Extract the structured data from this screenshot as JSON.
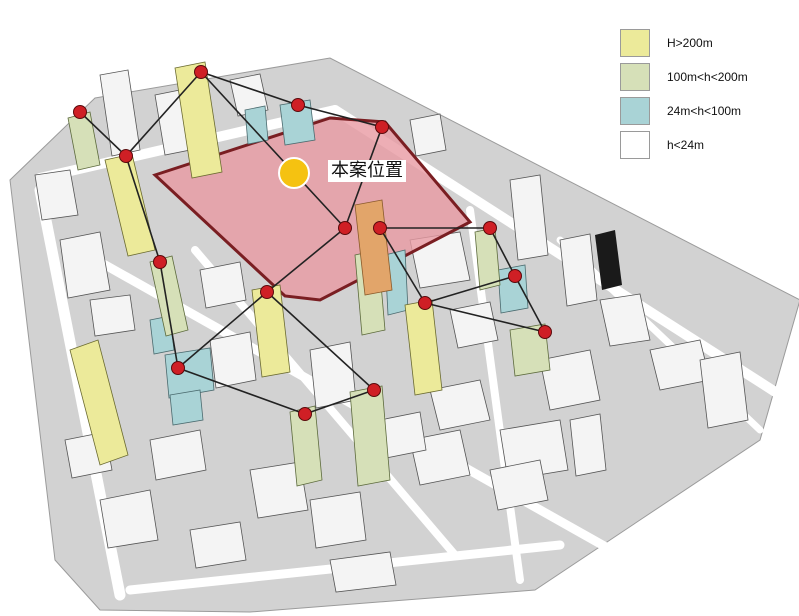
{
  "site": {
    "label": "本案位置",
    "marker_color": "#f5c211",
    "zone_fill": "#e89aa2",
    "zone_stroke": "#7a1e22"
  },
  "legend": {
    "items": [
      {
        "label": "H>200m",
        "color": "#ecea9a"
      },
      {
        "label": "100m<h<200m",
        "color": "#d6e0b8"
      },
      {
        "label": "24m<h<100m",
        "color": "#a9d3d6"
      },
      {
        "label": "h<24m",
        "color": "#ffffff"
      }
    ]
  },
  "colors": {
    "ground": "#d2d2d2",
    "road": "#ffffff",
    "building": "#f2f2f2",
    "node": "#cf1f25",
    "link": "#222222"
  }
}
